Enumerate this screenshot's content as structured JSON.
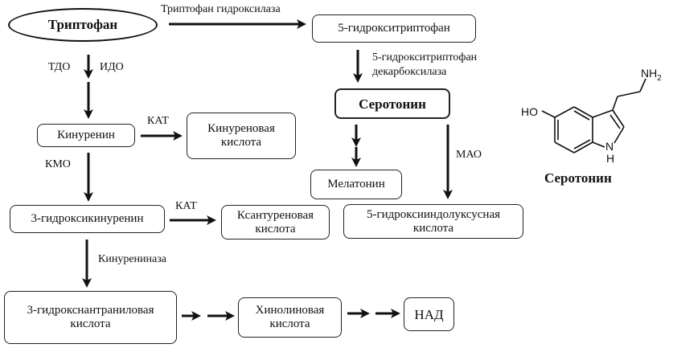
{
  "diagram": {
    "title": "Метаболизм триптофана",
    "nodes": {
      "tryptophan": "Триптофан",
      "hydroxytryptophan": "5-гидрокситриптофан",
      "serotonin": "Серотонин",
      "melatonin": "Мелатонин",
      "hiaa": "5-гидроксииндолуксусная кислота",
      "kynurenine": "Кинуренин",
      "kynurenic_acid": "Кинуреновая кислота",
      "hydroxykynurenine": "3-гидроксикинуренин",
      "xanthurenic_acid": "Ксантуреновая кислота",
      "hydroxyanthranilic_acid": "3-гидрокснантраниловая кислота",
      "quinolinic_acid": "Хинолиновая кислота",
      "nad": "НАД"
    },
    "enzymes": {
      "tph": "Триптофан гидроксилаза",
      "tdo": "ТДО",
      "ido": "ИДО",
      "aadc_line1": "5-гидрокситриптофан",
      "aadc_line2": "декарбоксилаза",
      "kat1": "КАТ",
      "kat2": "КАТ",
      "kmo": "КМО",
      "kynureninase": "Кинурениназа",
      "mao": "МАО"
    },
    "molecule": {
      "name": "Серотонин",
      "ho": "HO",
      "nh2": "NH",
      "nh2_sub": "2",
      "n": "N",
      "h": "H"
    }
  }
}
